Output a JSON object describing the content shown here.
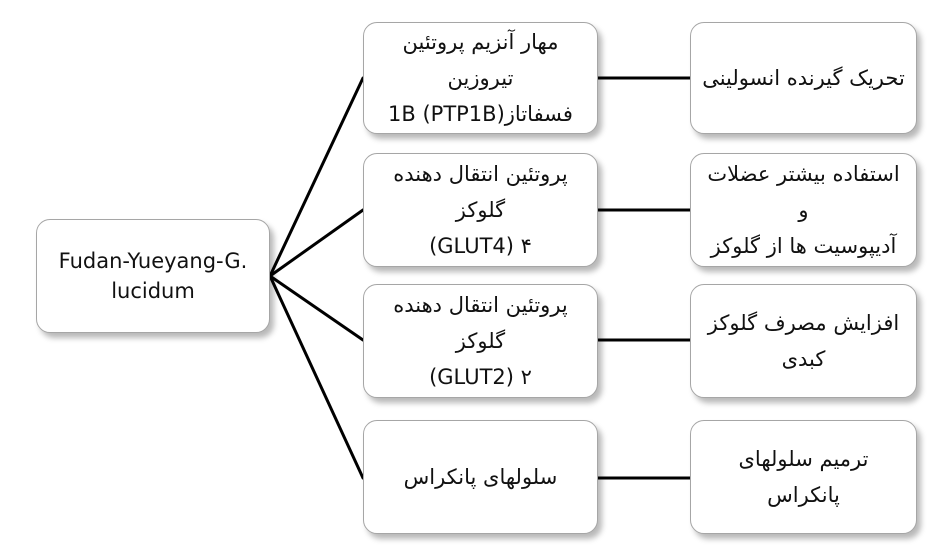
{
  "root": {
    "lines": [
      "Fudan-Yueyang-G.",
      "lucidum"
    ]
  },
  "branches": [
    {
      "target_lines": [
        "مهار آنزیم پروتئین تیروزین",
        "فسفاتاز1B  (PTP1B)"
      ],
      "effect_lines": [
        "تحریک گیرنده انسولینی"
      ]
    },
    {
      "target_lines": [
        "پروتئین انتقال دهنده گلوکز",
        "۴ (GLUT4)"
      ],
      "effect_lines": [
        "استفاده بیشتر عضلات و",
        "آدیپوسیت ها از گلوکز"
      ]
    },
    {
      "target_lines": [
        "پروتئین انتقال دهنده گلوکز",
        "۲ (GLUT2)"
      ],
      "effect_lines": [
        "افزایش مصرف گلوکز",
        "کبدی"
      ]
    },
    {
      "target_lines": [
        "سلولهای پانکراس"
      ],
      "effect_lines": [
        "ترمیم سلولهای پانکراس"
      ]
    }
  ]
}
